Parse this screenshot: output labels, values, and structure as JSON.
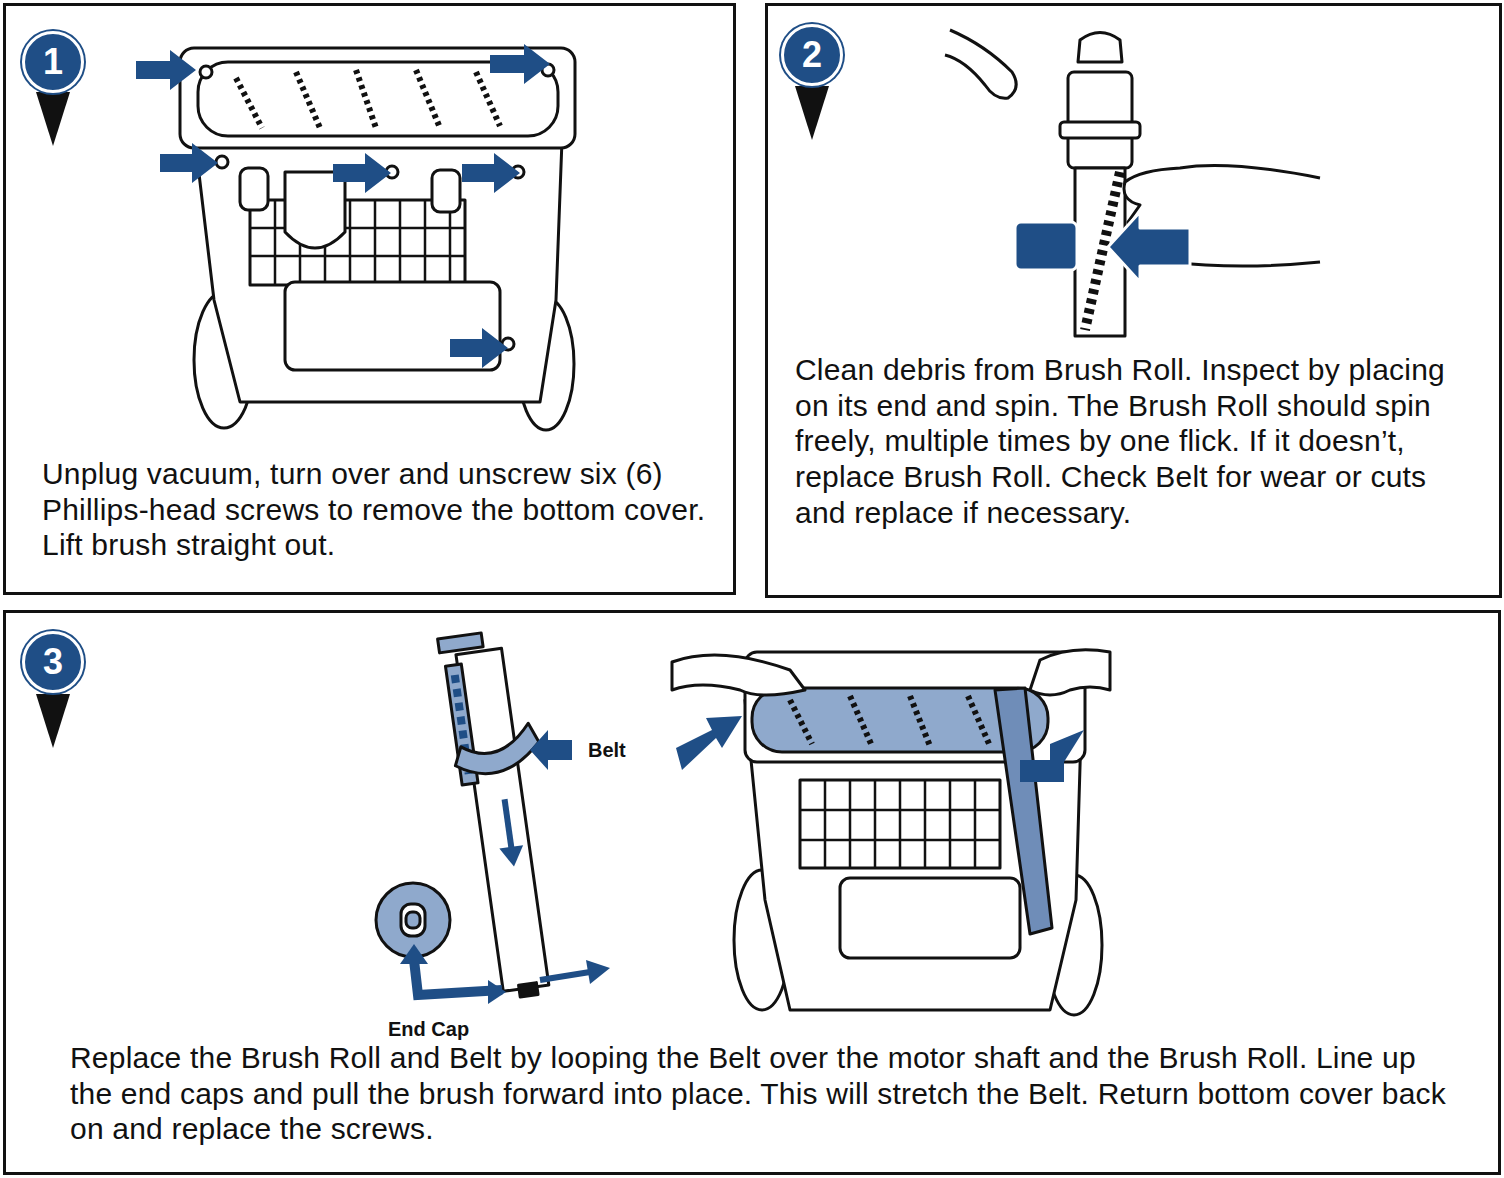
{
  "diagram": {
    "nodes": [
      {
        "text": [
          "Unplug vacuum, turn over and unscrew six (6) Phillips-head screws to remove the bottom cover. Lift brush straight out."
        ]
      },
      {
        "text": [
          "1"
        ],
        "in": 0
      },
      {
        "text": [
          "Clean debris from Brush Roll. Inspect by placing on its end and spin. The Brush Roll should spin freely, multiple times by one flick. If it doesn’t, replace Brush Roll. Check Belt for wear or cuts and replace if necessary."
        ]
      },
      {
        "text": [
          "2"
        ],
        "in": 2
      },
      {
        "text": [
          "Replace the Brush Roll and Belt by looping the Belt over the motor shaft and the Brush Roll. Line up the end caps and pull the brush forward into place. This will stretch the Belt. Return bottom cover back on and replace the screws."
        ]
      },
      {
        "text": [
          "3"
        ],
        "in": 4
      }
    ],
    "labels": [
      "Belt",
      "End Cap"
    ]
  }
}
